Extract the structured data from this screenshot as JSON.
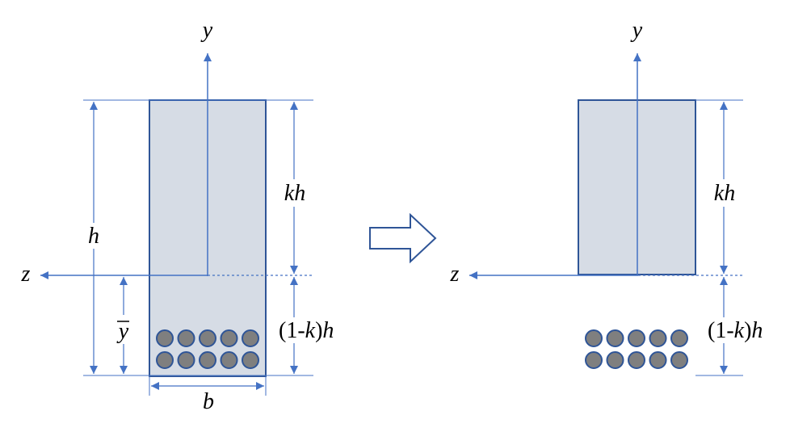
{
  "colors": {
    "line": "#4472C4",
    "section_fill": "#D6DCE5",
    "section_stroke": "#2F5597",
    "bar_fill": "#7F7F7F",
    "bar_stroke": "#2F5597",
    "text": "#000000"
  },
  "left": {
    "y_axis_label": "y",
    "z_axis_label": "z",
    "height_label": "h",
    "depth_label": "kh",
    "lower_depth_label": {
      "prefix": "(1-",
      "k": "k",
      "suffix": ")",
      "h": "h"
    },
    "centroid_label": "y",
    "width_label": "b",
    "rebar": {
      "rows": 2,
      "columns": 5
    }
  },
  "arrow": {
    "icon": "right-arrow-icon"
  },
  "right": {
    "y_axis_label": "y",
    "z_axis_label": "z",
    "depth_label": "kh",
    "lower_depth_label": {
      "prefix": "(1-",
      "k": "k",
      "suffix": ")",
      "h": "h"
    },
    "rebar": {
      "rows": 2,
      "columns": 5
    }
  }
}
